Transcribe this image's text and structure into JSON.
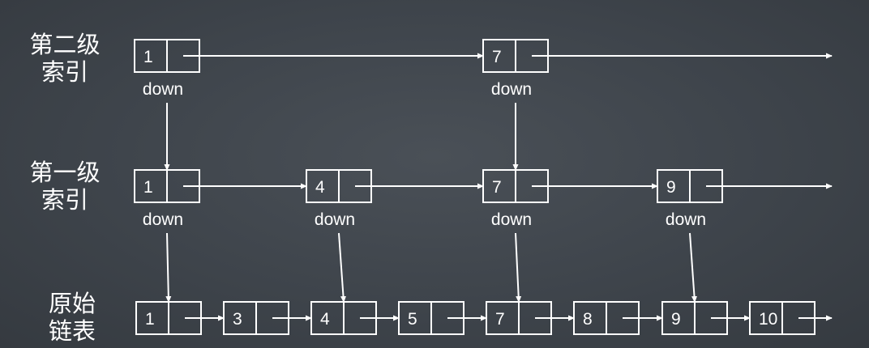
{
  "levels": [
    {
      "id": "level-2",
      "label_line1": "第二级",
      "label_line2": "索引",
      "nodes": [
        {
          "value": "1",
          "pointer_label": "down"
        },
        {
          "value": "7",
          "pointer_label": "down"
        }
      ]
    },
    {
      "id": "level-1",
      "label_line1": "第一级",
      "label_line2": "索引",
      "nodes": [
        {
          "value": "1",
          "pointer_label": "down"
        },
        {
          "value": "4",
          "pointer_label": "down"
        },
        {
          "value": "7",
          "pointer_label": "down"
        },
        {
          "value": "9",
          "pointer_label": "down"
        }
      ]
    },
    {
      "id": "base",
      "label_line1": "原始",
      "label_line2": "链表",
      "nodes": [
        {
          "value": "1"
        },
        {
          "value": "3"
        },
        {
          "value": "4"
        },
        {
          "value": "5"
        },
        {
          "value": "7"
        },
        {
          "value": "8"
        },
        {
          "value": "9"
        },
        {
          "value": "10"
        }
      ]
    }
  ],
  "colors": {
    "stroke": "#ffffff",
    "text": "#ffffff"
  }
}
